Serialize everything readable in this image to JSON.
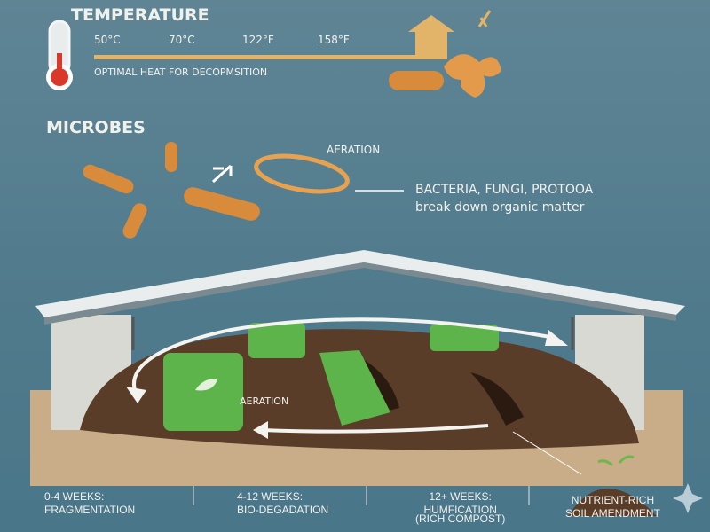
{
  "temperature": {
    "title": "TEMPERATURE",
    "ticks": [
      "50°C",
      "70°C",
      "122°F",
      "158°F"
    ],
    "caption": "OPTIMAL HEAT FOR DECOPMSITION"
  },
  "microbes": {
    "title": "MICROBES",
    "aeration_label": "AERATION",
    "description_line1": "BACTERIA, FUNGI, PROTOOA",
    "description_line2": "break down organic matter"
  },
  "pile": {
    "aeration_label": "AERATION"
  },
  "stages": [
    {
      "line1": "0-4 WEEKS:",
      "line2": "FRAGMENTATION"
    },
    {
      "line1": "4-12 WEEKS:",
      "line2": "BIO-DEGADATION"
    },
    {
      "line1": "12+ WEEKS:",
      "line2": "HUMFICATION",
      "line3": "(RICH COMPOST)"
    },
    {
      "line1": "NUTRIENT-RICH",
      "line2": "SOIL AMENDMENT"
    }
  ],
  "colors": {
    "background": "#5a8293",
    "heat": "#e2b46a",
    "bag": "#5cb44a",
    "soil": "#5a3d28",
    "floor": "#c9ad88"
  }
}
